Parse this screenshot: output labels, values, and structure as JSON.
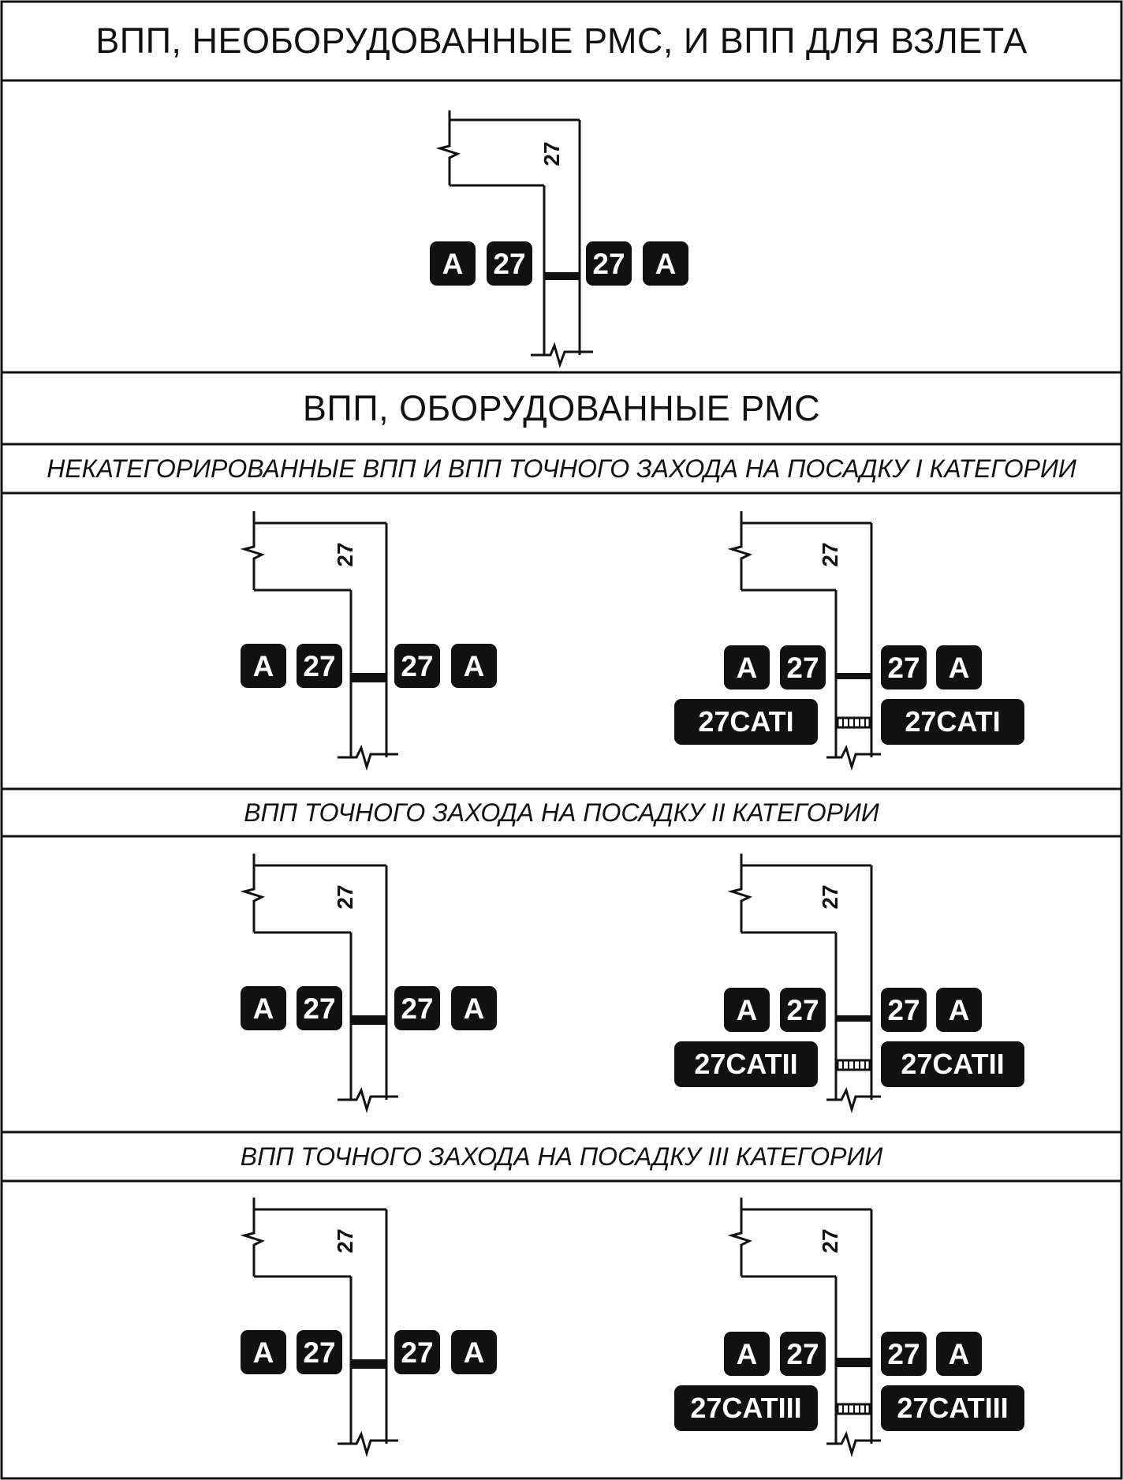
{
  "sections": {
    "s1_title": "ВПП, НЕОБОРУДОВАННЫЕ РМС,  И ВПП ДЛЯ ВЗЛЕТА",
    "s2_title": "ВПП, ОБОРУДОВАННЫЕ РМС",
    "s2a_title": "НЕКАТЕГОРИРОВАННЫЕ ВПП И ВПП ТОЧНОГО ЗАХОДА НА ПОСАДКУ I КАТЕГОРИИ",
    "s2b_title": "ВПП ТОЧНОГО ЗАХОДА НА ПОСАДКУ II КАТЕГОРИИ",
    "s2c_title": "ВПП ТОЧНОГО ЗАХОДА НА ПОСАДКУ III КАТЕГОРИИ"
  },
  "labels": {
    "taxiway": "A",
    "runway": "27",
    "runway_marking": "27"
  },
  "cat_signs": {
    "cat1": "27CATI",
    "cat2": "27CATII",
    "cat3": "27CATIII"
  }
}
